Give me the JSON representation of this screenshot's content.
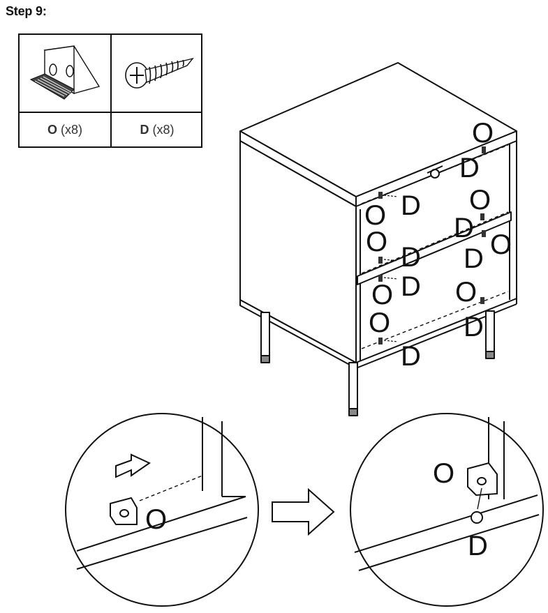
{
  "step": {
    "title": "Step 9:"
  },
  "parts": [
    {
      "letter": "O",
      "count": "(x8)",
      "icon": "corner-bracket-icon"
    },
    {
      "letter": "D",
      "count": "(x8)",
      "icon": "screw-icon"
    }
  ],
  "callouts": {
    "bracket": "O",
    "screw": "D"
  },
  "detail_labels": {
    "left": "O",
    "right_bracket": "O",
    "right_screw": "D"
  }
}
